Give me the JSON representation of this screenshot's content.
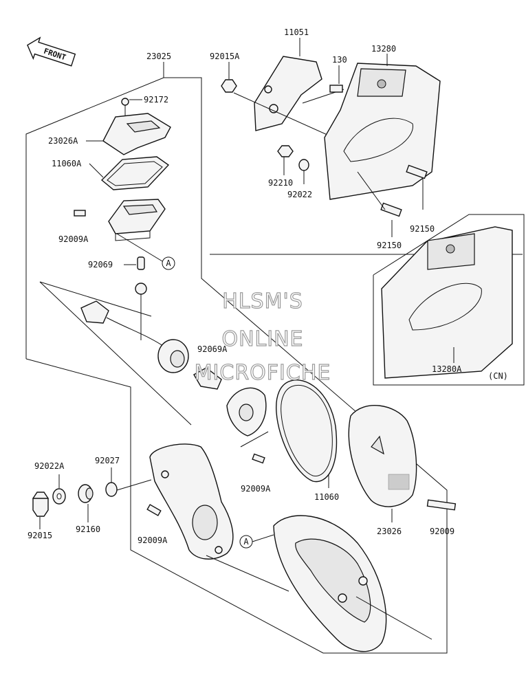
{
  "diagram": {
    "front_label": "FRONT",
    "variant_label": "(CN)",
    "ref_marker": "A",
    "watermark": [
      "HLSM'S",
      "ONLINE",
      "MICROFICHE"
    ],
    "part_numbers": {
      "p23025": "23025",
      "p92172": "92172",
      "p23026A": "23026A",
      "p11060A": "11060A",
      "p92009A_1": "92009A",
      "p92069": "92069",
      "p92069A": "92069A",
      "p11051": "11051",
      "p92015A": "92015A",
      "p130": "130",
      "p13280": "13280",
      "p92210": "92210",
      "p92022": "92022",
      "p92150_1": "92150",
      "p92150_2": "92150",
      "p13280A": "13280A",
      "p92022A": "92022A",
      "p92027": "92027",
      "p92015": "92015",
      "p92160": "92160",
      "p92009A_2": "92009A",
      "p92009A_3": "92009A",
      "p11060": "11060",
      "p23026": "23026",
      "p92009": "92009"
    }
  }
}
